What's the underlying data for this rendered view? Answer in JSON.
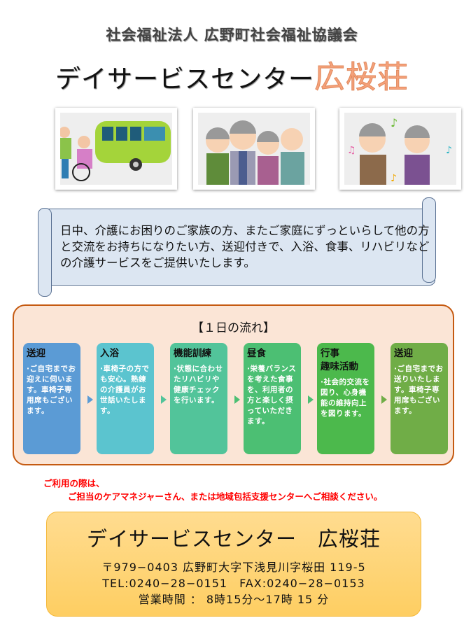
{
  "header": {
    "organization": "社会福祉法人 広野町社会福祉協議会",
    "title_main": "デイサービスセンター",
    "title_accent": "広桜荘"
  },
  "pictures": [
    {
      "name": "transport-van-illustration",
      "desc": "caregiver pushing wheelchair beside green van"
    },
    {
      "name": "seniors-group-illustration",
      "desc": "four smiling elderly people"
    },
    {
      "name": "karaoke-illustration",
      "desc": "two elderly singing with microphones"
    }
  ],
  "intro": {
    "text": "日中、介護にお困りのご家族の方、またご家庭にずっといらして他の方と交流をお持ちになりたい方、送迎付きで、入浴、食事、リハビリなどの介護サービスをご提供いたします。"
  },
  "flow": {
    "title": "【１日の流れ】",
    "steps": [
      {
        "title": "送迎",
        "desc": "·ご自宅までお迎えに伺います。車椅子専用席もございます。",
        "color": "#5b9bd5"
      },
      {
        "title": "入浴",
        "desc": "·車椅子の方でも安心。熟練の介護員がお世話いたします。",
        "color": "#5bc4cf"
      },
      {
        "title": "機能訓練",
        "desc": "·状態に合わせたリハビリや健康チェックを行います。",
        "color": "#52c49a"
      },
      {
        "title": "昼食",
        "desc": "·栄養バランスを考えた食事を、利用者の方と楽しく摂っていただきます。",
        "color": "#4cbf73"
      },
      {
        "title": "行事\n趣味活動",
        "desc": "·社会的交流を図り、心身機能の維持向上を図ります。",
        "color": "#4cb94c"
      },
      {
        "title": "送迎",
        "desc": "·ご自宅までお送りいたします。車椅子専用席もございます。",
        "color": "#70ad47"
      }
    ],
    "arrow_colors": [
      "#5b9bd5",
      "#52c49a",
      "#4cbf73",
      "#4cbf73",
      "#70ad47"
    ]
  },
  "notice": {
    "line1": "ご利用の際は、",
    "line2": "ご担当のケアマネジャーさん、または地域包括支援センターへご相談ください。"
  },
  "contact": {
    "name": "デイサービスセンター　広桜荘",
    "address": "〒979−0403 広野町大字下浅見川字桜田 119-5",
    "phone_fax": "TEL:0240−28−0151　FAX:0240−28−0153",
    "hours": "営業時間 ： 8時15分～17時 15 分"
  }
}
